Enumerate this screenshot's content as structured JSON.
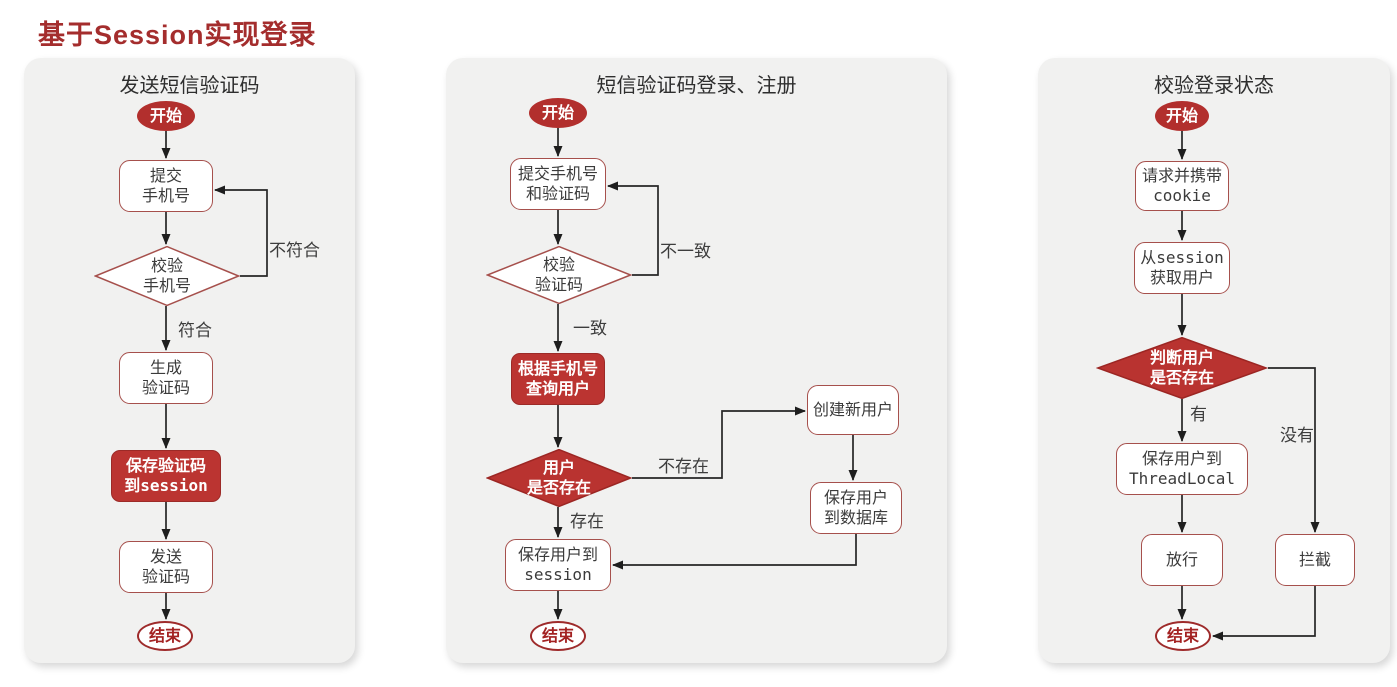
{
  "main_title": "基于Session实现登录",
  "colors": {
    "title_red": "#a42d2d",
    "shape_fill_red": "#b93330",
    "node_border_red": "#a6504c",
    "end_border_red": "#9e2b2b",
    "arrow_black": "#262626",
    "panel_bg": "#f1f1f0",
    "node_text_dark": "#3b3b3b"
  },
  "panels": [
    {
      "title": "发送短信验证码",
      "nodes": {
        "start": "开始",
        "submit_phone": "提交\n手机号",
        "check_phone": "校验\n手机号",
        "generate_code": "生成\n验证码",
        "save_code_session": "保存验证码\n到session",
        "send_code": "发送\n验证码",
        "end": "结束"
      },
      "edge_labels": {
        "mismatch": "不符合",
        "match": "符合"
      }
    },
    {
      "title": "短信验证码登录、注册",
      "nodes": {
        "start": "开始",
        "submit_phone_code": "提交手机号\n和验证码",
        "check_code": "校验\n验证码",
        "query_user": "根据手机号\n查询用户",
        "user_exists": "用户\n是否存在",
        "create_user": "创建新用户",
        "save_user_db": "保存用户\n到数据库",
        "save_user_session": "保存用户到\nsession",
        "end": "结束"
      },
      "edge_labels": {
        "inconsistent": "不一致",
        "consistent": "一致",
        "not_exists": "不存在",
        "exists": "存在"
      }
    },
    {
      "title": "校验登录状态",
      "nodes": {
        "start": "开始",
        "request_cookie": "请求并携带\ncookie",
        "get_user_session": "从session\n获取用户",
        "judge_user": "判断用户\n是否存在",
        "save_threadlocal": "保存用户到\nThreadLocal",
        "pass": "放行",
        "intercept": "拦截",
        "end": "结束"
      },
      "edge_labels": {
        "has": "有",
        "none": "没有"
      }
    }
  ]
}
